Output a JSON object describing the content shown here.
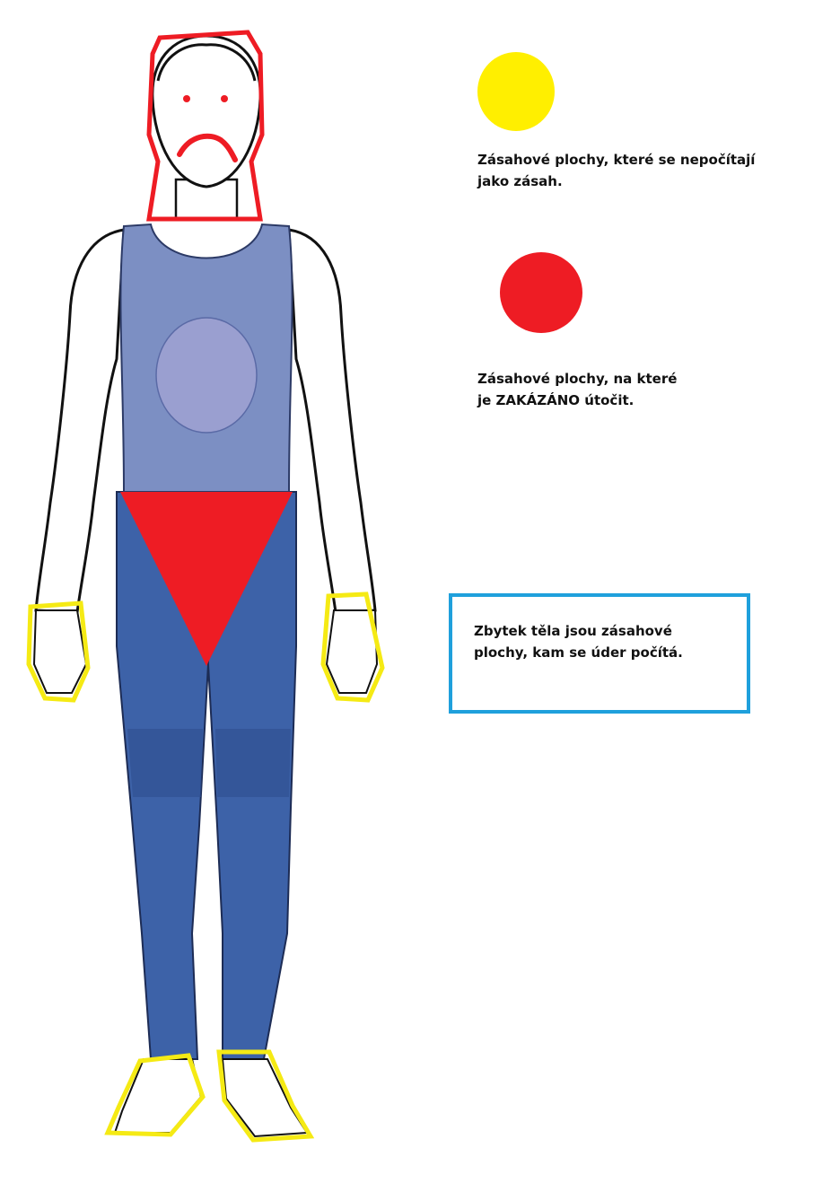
{
  "legend": [
    {
      "color": "#FFEF00",
      "text": "Zásahové plochy, které se nepočítají\njako zásah."
    },
    {
      "color": "#EE1C24",
      "text": "Zásahové plochy, na které\nje ZAKÁZÁNO útočit."
    }
  ],
  "note": {
    "text": "Zbytek těla jsou zásahové\nplochy, kam se úder počítá.",
    "border_color": "#1FA0DC"
  },
  "colors": {
    "outline": "#111111",
    "forbidden": "#EE1C24",
    "ignored": "#F5EA14",
    "singlet": "#7C8FC3",
    "tights": "#3D62A8",
    "skin": "#FFFFFF"
  }
}
